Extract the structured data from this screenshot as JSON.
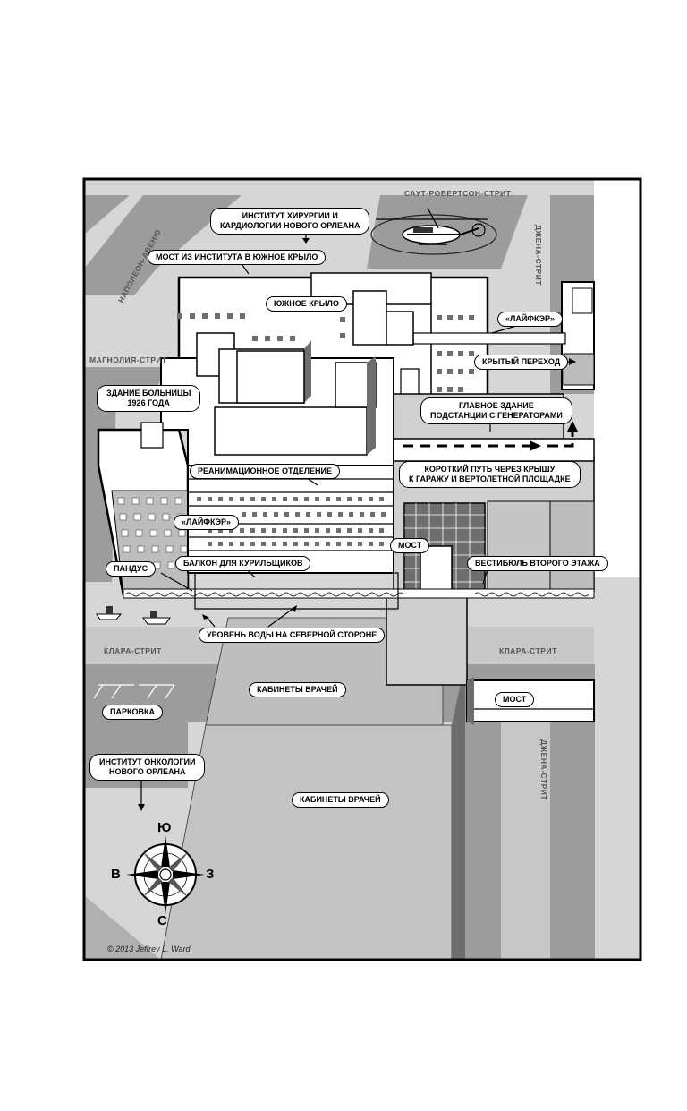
{
  "labels": {
    "institute_surgery": [
      "ИНСТИТУТ ХИРУРГИИ И",
      "КАРДИОЛОГИИ НОВОГО ОРЛЕАНА"
    ],
    "bridge_institute": "МОСТ ИЗ ИНСТИТУТА В ЮЖНОЕ КРЫЛО",
    "south_wing": "ЮЖНОЕ КРЫЛО",
    "lifecare_top": "«ЛАЙФКЭР»",
    "covered_passage": "КРЫТЫЙ ПЕРЕХОД",
    "hospital_1926": [
      "ЗДАНИЕ БОЛЬНИЦЫ",
      "1926 ГОДА"
    ],
    "substation": [
      "ГЛАВНОЕ ЗДАНИЕ",
      "ПОДСТАНЦИИ С ГЕНЕРАТОРАМИ"
    ],
    "icu": "РЕАНИМАЦИОННОЕ ОТДЕЛЕНИЕ",
    "short_path": [
      "КОРОТКИЙ ПУТЬ ЧЕРЕЗ КРЫШУ",
      "К ГАРАЖУ И ВЕРТОЛЕТНОЙ ПЛОЩАДКЕ"
    ],
    "lifecare_mid": "«ЛАЙФКЭР»",
    "bridge_mid": "МОСТ",
    "ramp": "ПАНДУС",
    "smokers_balcony": "БАЛКОН ДЛЯ КУРИЛЬЩИКОВ",
    "second_floor_lobby": "ВЕСТИБЮЛЬ ВТОРОГО ЭТАЖА",
    "water_level": "УРОВЕНЬ ВОДЫ НА СЕВЕРНОЙ СТОРОНЕ",
    "doctors_offices_1": "КАБИНЕТЫ ВРАЧЕЙ",
    "bridge_low": "МОСТ",
    "parking": "ПАРКОВКА",
    "oncology": [
      "ИНСТИТУТ ОНКОЛОГИИ",
      "НОВОГО ОРЛЕАНА"
    ],
    "doctors_offices_2": "КАБИНЕТЫ ВРАЧЕЙ"
  },
  "streets": {
    "south_robertson": "САУТ-РОБЕРТСОН-СТРИТ",
    "napoleon": "НАПОЛЕОН-АВЕНЮ",
    "magnolia": "МАГНОЛИЯ-СТРИТ",
    "jena_top": "ДЖЕНА-СТРИТ",
    "clara_left": "КЛАРА-СТРИТ",
    "clara_right": "КЛАРА-СТРИТ",
    "jena_bottom": "ДЖЕНА-СТРИТ"
  },
  "compass": {
    "n": "Ю",
    "s": "С",
    "w": "В",
    "e": "З"
  },
  "copyright": "© 2013 Jeffrey L. Ward",
  "colors": {
    "street": "#d6d6d6",
    "block": "#9c9c9c",
    "building": "#ffffff",
    "water": "#ffffff",
    "shadow": "#6e6e6e"
  }
}
